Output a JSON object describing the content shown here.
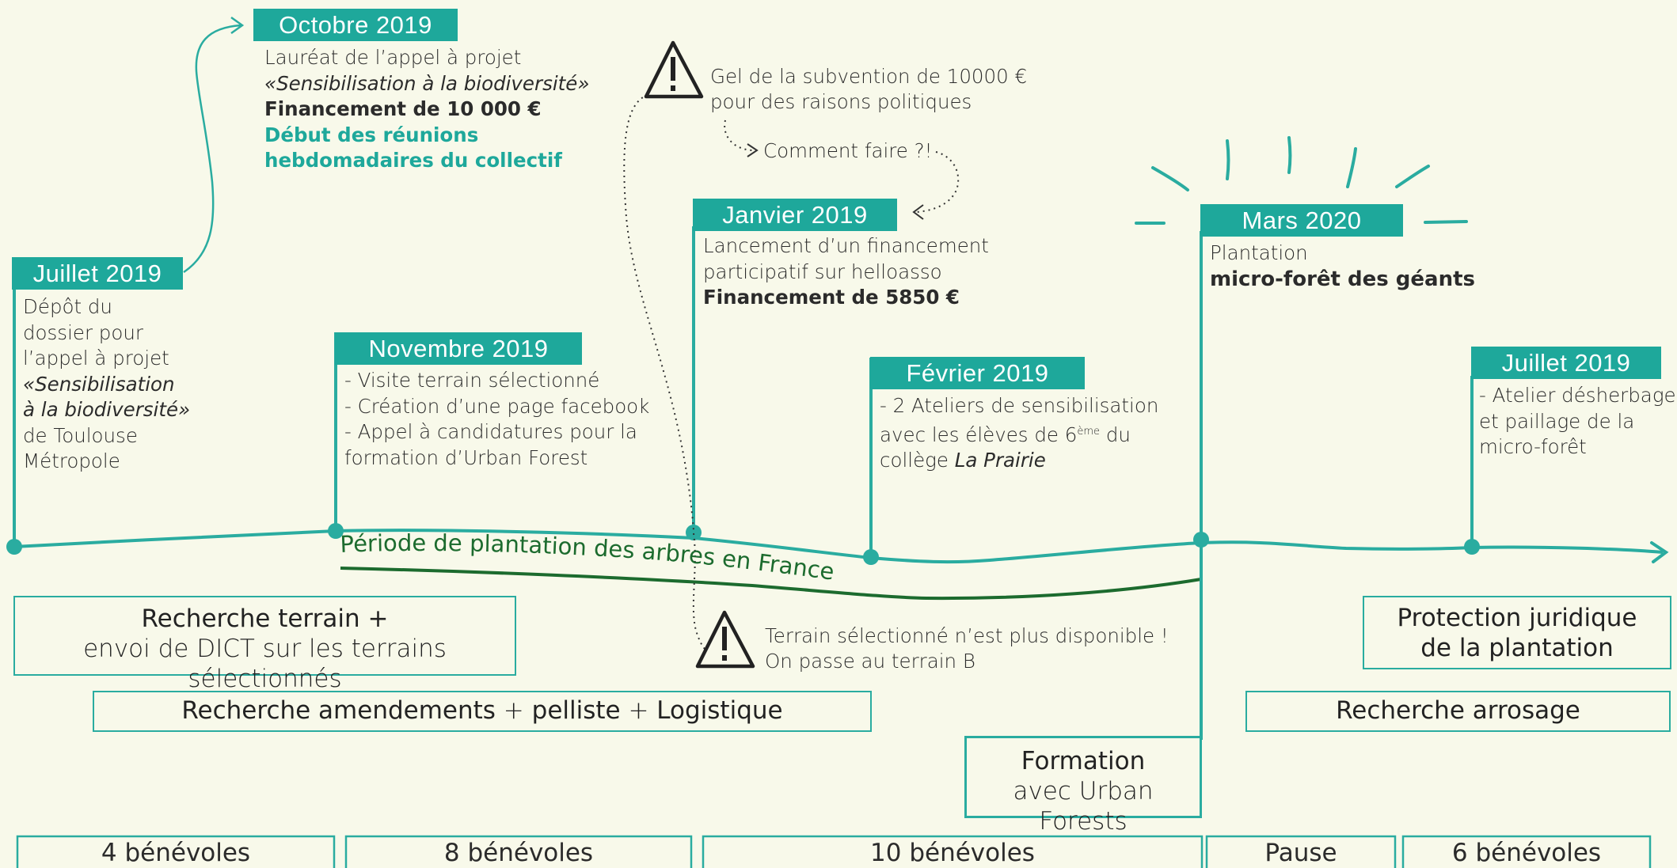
{
  "timeline": {
    "events": [
      {
        "id": "juillet-2019-a",
        "title": "Juillet 2019",
        "lines": [
          "Dépôt du",
          "dossier pour",
          "l’appel à projet",
          "«Sensibilisation",
          "à la biodiversité»",
          "de Toulouse",
          "Métropole"
        ]
      },
      {
        "id": "octobre-2019",
        "title": "Octobre 2019",
        "line1": "Lauréat de l’appel à projet",
        "line2": "«Sensibilisation à la biodiversité»",
        "line3": "Financement de 10 000 €",
        "line4": "Début des réunions",
        "line5": "hebdomadaires du collectif"
      },
      {
        "id": "novembre-2019",
        "title": "Novembre 2019",
        "lines": [
          "- Visite terrain sélectionné",
          "- Création d’une page facebook",
          "- Appel à candidatures pour la",
          "formation d’Urban Forest"
        ]
      },
      {
        "id": "janvier-2019",
        "title": "Janvier 2019",
        "line1": "Lancement d’un financement",
        "line2": "participatif sur helloasso",
        "line3": "Financement de 5850 €"
      },
      {
        "id": "fevrier-2019",
        "title": "Février 2019",
        "line1": "- 2 Ateliers de sensibilisation",
        "line2a": "avec les élèves de 6",
        "line2sup": "ème",
        "line2b": " du",
        "line3a": "collège ",
        "line3b": "La Prairie"
      },
      {
        "id": "mars-2020",
        "title": "Mars 2020",
        "line1": "Plantation",
        "line2": "micro-forêt des géants"
      },
      {
        "id": "juillet-2019-b",
        "title": "Juillet 2019",
        "lines": [
          "- Atelier désherbage",
          "et paillage de la",
          "micro-forêt"
        ]
      }
    ],
    "warnings": {
      "top": {
        "line1": "Gel de la subvention de 10000 €",
        "line2": "pour des raisons politiques",
        "followup": "Comment faire ?!"
      },
      "bottom": {
        "line1": "Terrain sélectionné n’est plus disponible !",
        "line2": "On passe au terrain B"
      }
    },
    "period_label": "Période de plantation des arbres en France"
  },
  "tasks": {
    "recherche_terrain": {
      "bold": "Recherche terrain",
      "rest": " +",
      "line2": "envoi de DICT sur les terrains sélectionnés"
    },
    "amendements": {
      "p1": "Recherche amendements",
      "p2": " + ",
      "p3": "pelliste",
      "p4": " + ",
      "p5": "Logistique"
    },
    "formation": {
      "line1": "Formation",
      "line2": "avec Urban Forests"
    },
    "protection": {
      "line1": "Protection juridique",
      "line2": "de la plantation"
    },
    "arrosage": {
      "label": "Recherche arrosage"
    }
  },
  "volunteers": [
    "4 bénévoles",
    "8 bénévoles",
    "10 bénévoles",
    "Pause",
    "6 bénévoles"
  ],
  "colors": {
    "teal": "#1ea89b",
    "dark_green": "#1c6b2e",
    "background": "#f8f9ea"
  }
}
